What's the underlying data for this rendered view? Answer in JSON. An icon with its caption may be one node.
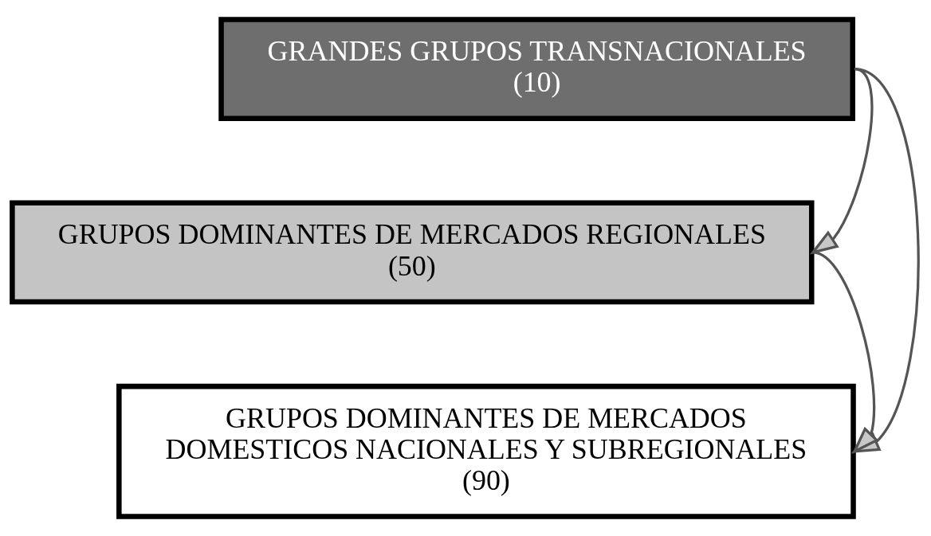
{
  "diagram": {
    "nodes": [
      {
        "text": [
          "GRANDES GRUPOS TRANSNACIONALES (10)"
        ]
      },
      {
        "text": [
          "GRUPOS DOMINANTES DE MERCADOS REGIONALES (50)"
        ]
      },
      {
        "text": [
          "GRUPOS DOMINANTES DE MERCADOS DOMESTICOS NACIONALES Y SUBREGIONALES (90)"
        ]
      }
    ],
    "edges": [
      {
        "from": 0,
        "to": 1,
        "arrow": "to"
      },
      {
        "from": 1,
        "to": 2,
        "arrow": "to"
      },
      {
        "from": 0,
        "to": 2,
        "arrow": "to"
      }
    ]
  }
}
